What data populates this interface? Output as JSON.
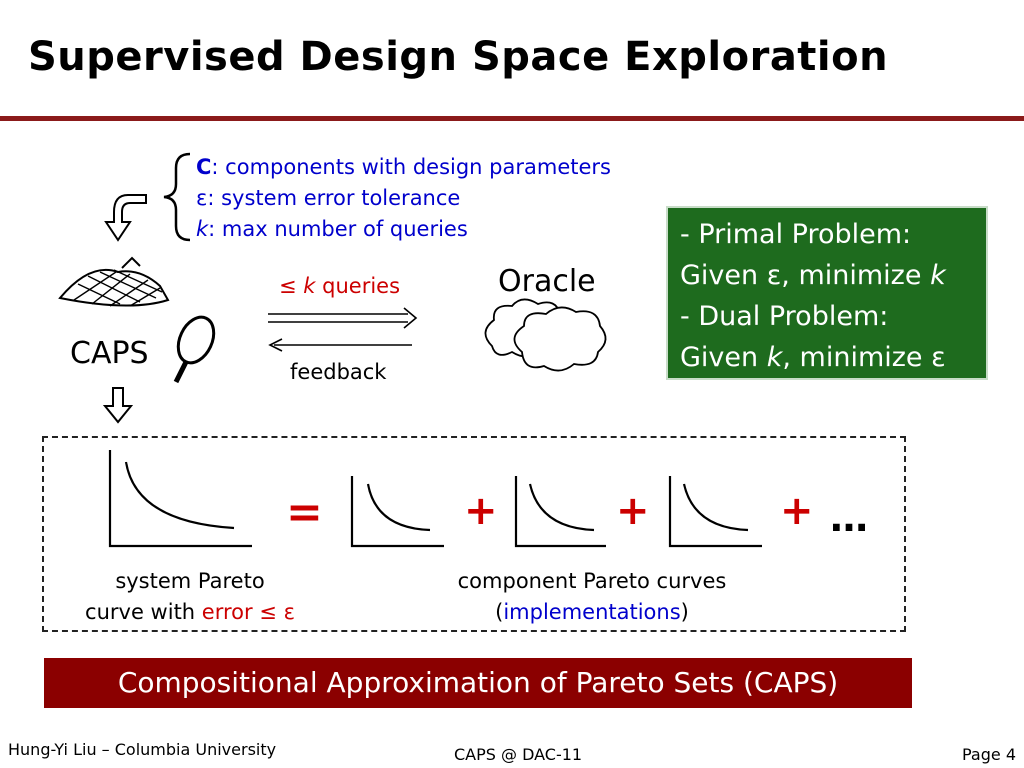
{
  "slide": {
    "title": "Supervised Design Space Exploration",
    "inputs": [
      {
        "symbol": "C",
        "text": ": components with design parameters"
      },
      {
        "symbol": "ε",
        "text": ": system error tolerance"
      },
      {
        "symbol": "k",
        "text": ": max number of queries"
      }
    ],
    "problems": {
      "primal_heading": "- Primal Problem:",
      "primal_given": "Given ε, minimize ",
      "primal_var": "k",
      "dual_heading": "- Dual Problem:",
      "dual_given_prefix": "Given ",
      "dual_given_var": "k",
      "dual_given_suffix": ", minimize ε"
    },
    "diagram": {
      "caps_label": "CAPS",
      "oracle_label": "Oracle",
      "queries_prefix": "≤ ",
      "queries_var": "k",
      "queries_suffix": " queries",
      "feedback_label": "feedback"
    },
    "equation": {
      "equals": "=",
      "plus": "+",
      "ellipsis": "…",
      "system_caption_line1": "system Pareto",
      "system_caption_line2_prefix": "curve with ",
      "system_caption_line2_error": "error ≤ ε",
      "component_caption_line1": "component Pareto curves",
      "component_caption_open": "(",
      "component_caption_link": "implementations",
      "component_caption_close": ")"
    },
    "banner": "Compositional Approximation of Pareto Sets (CAPS)",
    "footer": {
      "left": "Hung-Yi Liu – Columbia University",
      "center": "CAPS @ DAC-11",
      "right": "Page 4"
    },
    "colors": {
      "rule": "#8b1a1a",
      "problem_box": "#1e6b1e",
      "banner": "#8b0000",
      "blue_text": "#0000cc",
      "red_text": "#cc0000"
    }
  }
}
